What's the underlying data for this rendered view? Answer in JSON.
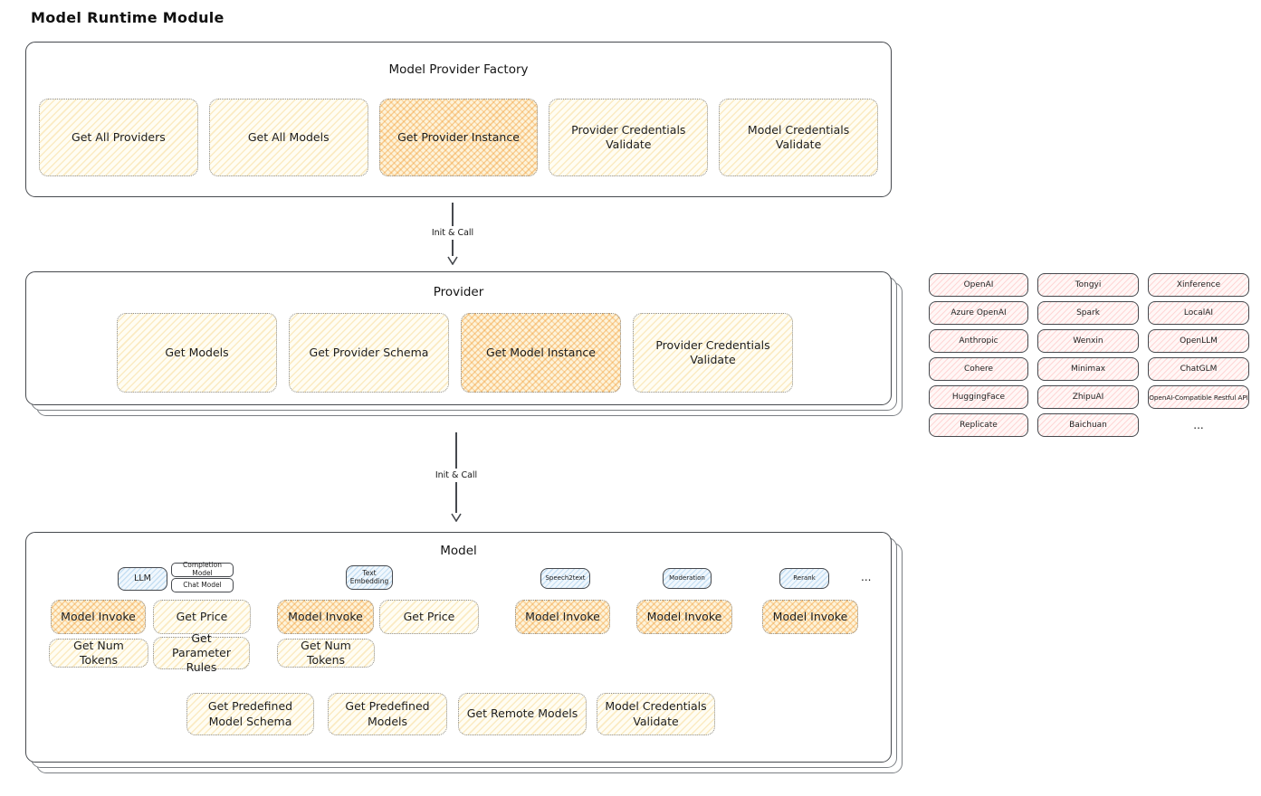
{
  "page": {
    "title": "Model Runtime Module"
  },
  "arrows": {
    "init_call_1": "Init & Call",
    "init_call_2": "Init & Call"
  },
  "factory": {
    "title": "Model Provider Factory",
    "buttons": [
      {
        "label": "Get All Providers",
        "highlighted": false
      },
      {
        "label": "Get All Models",
        "highlighted": false
      },
      {
        "label": "Get Provider Instance",
        "highlighted": true
      },
      {
        "label": "Provider Credentials Validate",
        "highlighted": false
      },
      {
        "label": "Model Credentials Validate",
        "highlighted": false
      }
    ]
  },
  "provider": {
    "title": "Provider",
    "buttons": [
      {
        "label": "Get Models",
        "highlighted": false
      },
      {
        "label": "Get Provider Schema",
        "highlighted": false
      },
      {
        "label": "Get Model Instance",
        "highlighted": true
      },
      {
        "label": "Provider Credentials Validate",
        "highlighted": false
      }
    ]
  },
  "providers_grid": {
    "items": [
      "OpenAI",
      "Tongyi",
      "Xinference",
      "Azure OpenAI",
      "Spark",
      "LocalAI",
      "Anthropic",
      "Wenxin",
      "OpenLLM",
      "Cohere",
      "Minimax",
      "ChatGLM",
      "HuggingFace",
      "ZhipuAI",
      "OpenAI-Compatible Restful API",
      "Replicate",
      "Baichuan",
      "..."
    ]
  },
  "model": {
    "title": "Model",
    "tabs": [
      {
        "label": "LLM",
        "style": "blue"
      },
      {
        "label": "Completion Model",
        "style": "white"
      },
      {
        "label": "Chat Model",
        "style": "white"
      },
      {
        "label": "Text Embedding",
        "style": "blue"
      },
      {
        "label": "Speech2text",
        "style": "blue"
      },
      {
        "label": "Moderation",
        "style": "blue"
      },
      {
        "label": "Rerank",
        "style": "blue"
      },
      {
        "label": "...",
        "style": "text"
      }
    ],
    "buttons": [
      {
        "label": "Model Invoke",
        "highlighted": true
      },
      {
        "label": "Get Price",
        "highlighted": false
      },
      {
        "label": "Get Num Tokens",
        "highlighted": false
      },
      {
        "label": "Get Parameter Rules",
        "highlighted": false
      },
      {
        "label": "Model Invoke",
        "highlighted": true
      },
      {
        "label": "Get Price",
        "highlighted": false
      },
      {
        "label": "Get Num Tokens",
        "highlighted": false
      },
      {
        "label": "Model Invoke",
        "highlighted": true
      },
      {
        "label": "Model Invoke",
        "highlighted": true
      },
      {
        "label": "Model Invoke",
        "highlighted": true
      },
      {
        "label": "Get Predefined Model Schema",
        "highlighted": false
      },
      {
        "label": "Get Predefined Models",
        "highlighted": false
      },
      {
        "label": "Get Remote Models",
        "highlighted": false
      },
      {
        "label": "Model Credentials Validate",
        "highlighted": false
      }
    ]
  },
  "colors": {
    "stroke_dark": "#46494e",
    "node_yellow": "#fffdf3",
    "highlight_orange": "#f2992d",
    "provider_pink": "#ffdede",
    "tab_blue": "#d7eafc"
  }
}
